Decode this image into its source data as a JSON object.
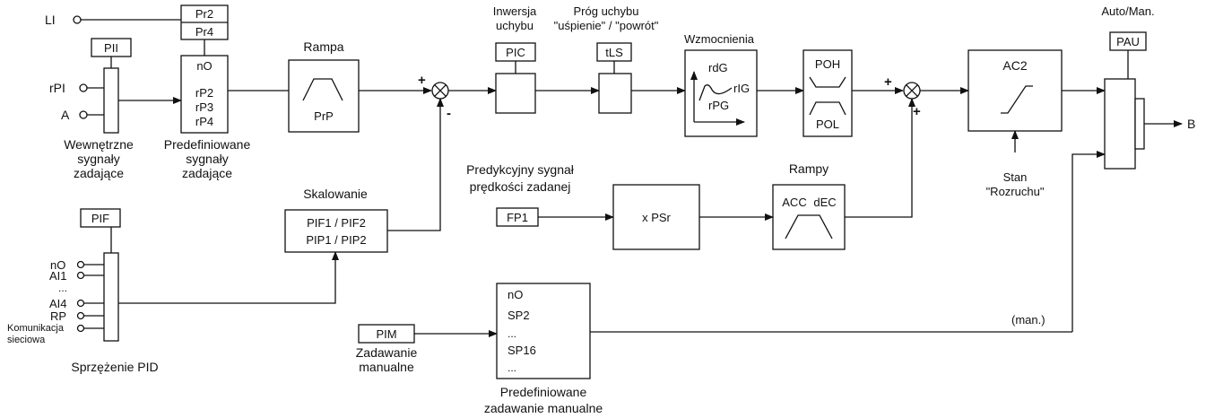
{
  "inputs": {
    "li": "LI",
    "rpi": "rPI",
    "a": "A",
    "no": "nO",
    "ai1": "AI1",
    "dots": "...",
    "ai4": "AI4",
    "rp": "RP",
    "comm1": "Komunikacja",
    "comm2": "sieciowa"
  },
  "params": {
    "pr2": "Pr2",
    "pr4": "Pr4",
    "pii": "PII",
    "pic": "PIC",
    "tls": "tLS",
    "pau": "PAU",
    "pif": "PIF",
    "fp1": "FP1",
    "pim": "PIM"
  },
  "presets": {
    "no": "nO",
    "rp2": "rP2",
    "rp3": "rP3",
    "rp4": "rP4"
  },
  "labels": {
    "wew1": "Wewnętrzne",
    "wew2": "sygnały",
    "wew3": "zadające",
    "pred1": "Predefiniowane",
    "pred2": "sygnały",
    "pred3": "zadające",
    "rampa": "Rampa",
    "inw1": "Inwersja",
    "inw2": "uchybu",
    "prog1": "Próg uchybu",
    "prog2": "\"uśpienie\" / \"powrót\"",
    "wzm": "Wzmocnienia",
    "auto": "Auto/Man.",
    "predk1": "Predykcyjny sygnał",
    "predk2": "prędkości zadanej",
    "skal": "Skalowanie",
    "rampy": "Rampy",
    "stan1": "Stan",
    "stan2": "\"Rozruchu\"",
    "man": "(man.)",
    "zad1": "Zadawanie",
    "zad2": "manualne",
    "spr": "Sprzężenie PID",
    "pdm1": "Predefiniowane",
    "pdm2": "zadawanie manualne"
  },
  "blocks": {
    "prp": "PrP",
    "rdg": "rdG",
    "rig": "rIG",
    "rpg": "rPG",
    "poh": "POH",
    "pol": "POL",
    "ac2": "AC2",
    "scale1": "PIF1 / PIF2",
    "scale2": "PIP1 / PIP2",
    "xpsr": "x PSr",
    "acc": "ACC",
    "dec": "dEC",
    "sp_no": "nO",
    "sp2": "SP2",
    "sp_dots1": "...",
    "sp16": "SP16",
    "sp_dots2": "..."
  },
  "signs": {
    "plus": "+",
    "minus": "-"
  },
  "output": "B"
}
